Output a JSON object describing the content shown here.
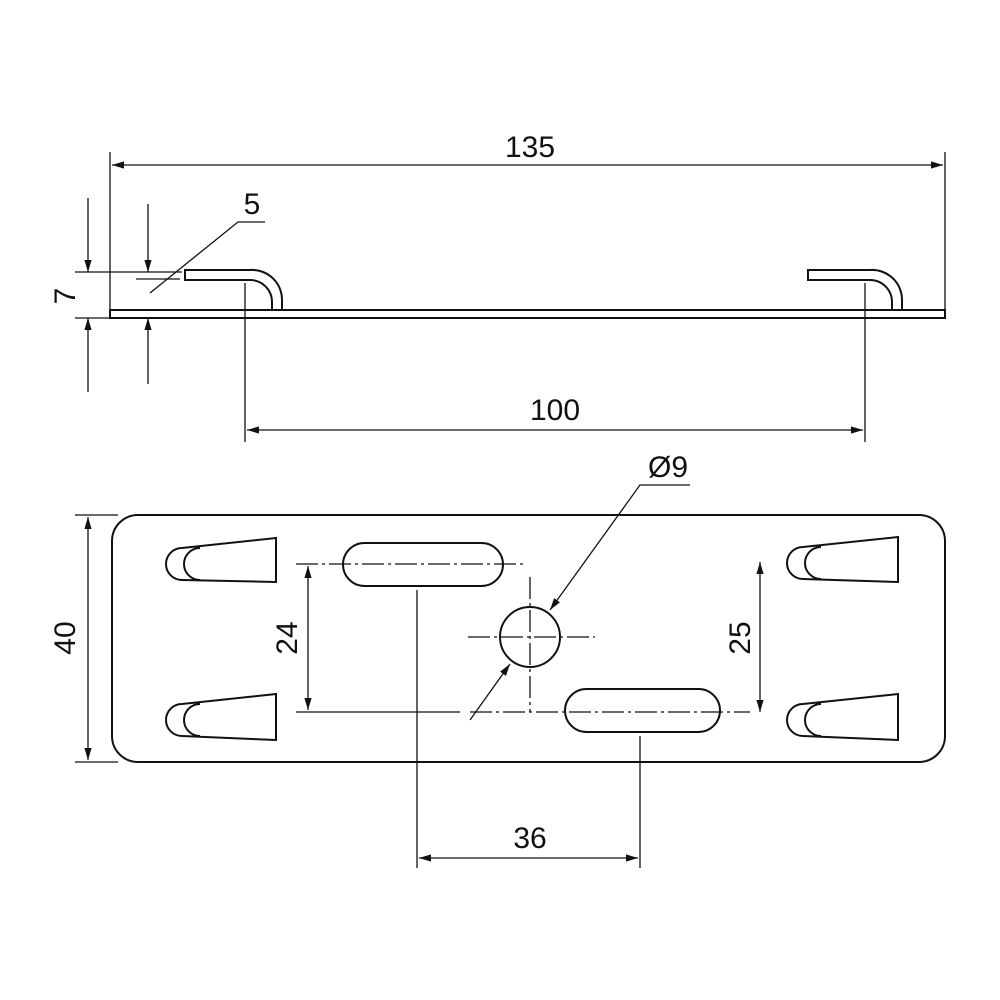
{
  "drawing": {
    "side_view": {
      "overall_length": "135",
      "thickness": "5",
      "height": "7",
      "hook_spacing": "100"
    },
    "plan_view": {
      "width": "40",
      "slot_offset": "24",
      "hole_diameter": "Ø9",
      "hook_pitch": "25",
      "slot_spacing": "36"
    },
    "line_color": "#111111"
  }
}
